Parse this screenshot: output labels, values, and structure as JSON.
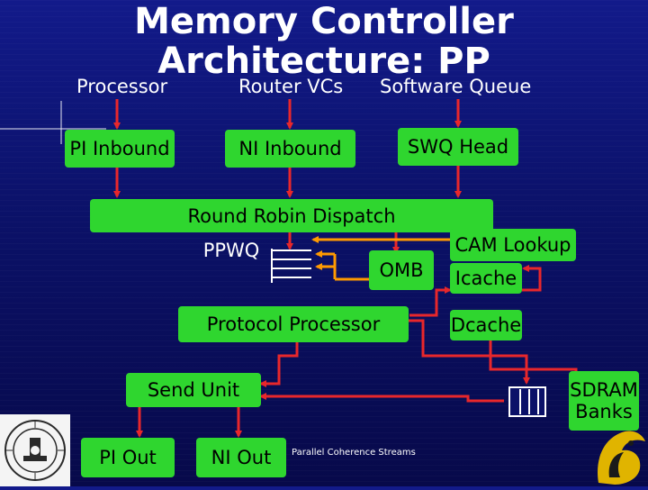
{
  "title": "Memory Controller Architecture: PP",
  "sources": {
    "processor": "Processor",
    "router_vcs": "Router VCs",
    "software_queue": "Software Queue"
  },
  "blocks": {
    "pi_inbound": "PI Inbound",
    "ni_inbound": "NI Inbound",
    "swq_head": "SWQ Head",
    "round_robin": "Round Robin Dispatch",
    "ppwq": "PPWQ",
    "omb": "OMB",
    "cam_lookup": "CAM Lookup",
    "icache": "Icache",
    "protocol_processor": "Protocol Processor",
    "dcache": "Dcache",
    "send_unit": "Send Unit",
    "sdram_line1": "SDRAM",
    "sdram_line2": "Banks",
    "pi_out": "PI Out",
    "ni_out": "NI Out"
  },
  "annotation": "Parallel Coherence Streams",
  "colors": {
    "box_fill": "#2fd62f",
    "arrow_red": "#e8272b",
    "arrow_orange": "#ff9a00",
    "background": "#0b1168"
  }
}
